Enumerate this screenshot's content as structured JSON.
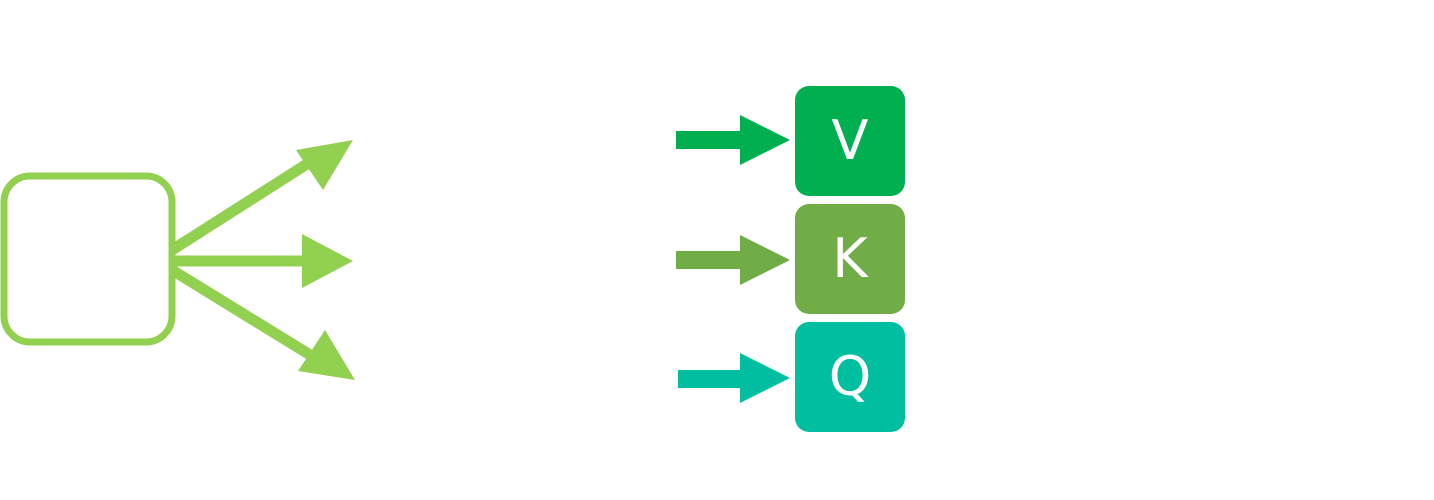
{
  "diagram": {
    "source_node": {
      "label": "",
      "color": "#92D050"
    },
    "fan_out_arrows": {
      "color": "#92D050",
      "count": 3
    },
    "outputs": [
      {
        "id": "v",
        "label": "V",
        "color": "#00B050"
      },
      {
        "id": "k",
        "label": "K",
        "color": "#70AD47"
      },
      {
        "id": "q",
        "label": "Q",
        "color": "#00BFA0"
      }
    ]
  }
}
